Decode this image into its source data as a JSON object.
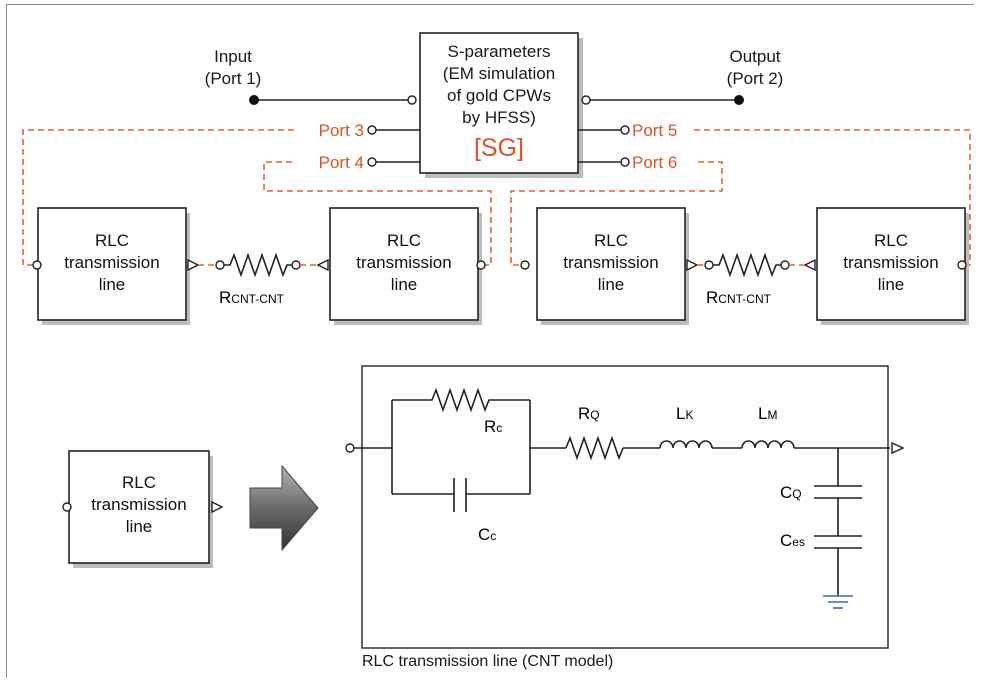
{
  "labels": {
    "input_line1": "Input",
    "input_line2": "(Port 1)",
    "output_line1": "Output",
    "output_line2": "(Port 2)",
    "sp_line1": "S-parameters",
    "sp_line2": "(EM simulation",
    "sp_line3": "of gold CPWs",
    "sp_line4": "by HFSS)",
    "sp_tag": "[SG]",
    "port3": "Port 3",
    "port4": "Port 4",
    "port5": "Port 5",
    "port6": "Port 6",
    "rlc_line1": "RLC",
    "rlc_line2": "transmission",
    "rlc_line3": "line",
    "r_main": "R",
    "r_sub": "CNT-CNT",
    "rc_main": "R",
    "rc_sub": "c",
    "cc_main": "C",
    "cc_sub": "c",
    "rq_main": "R",
    "rq_sub": "Q",
    "lk_main": "L",
    "lk_sub": "K",
    "lm_main": "L",
    "lm_sub": "M",
    "cq_main": "C",
    "cq_sub": "Q",
    "ces_main": "C",
    "ces_sub": "es",
    "model_caption": "RLC transmission line (CNT model)"
  },
  "colors": {
    "accent": "#d9542c",
    "line": "#222222",
    "ground": "#3a6bb0"
  }
}
